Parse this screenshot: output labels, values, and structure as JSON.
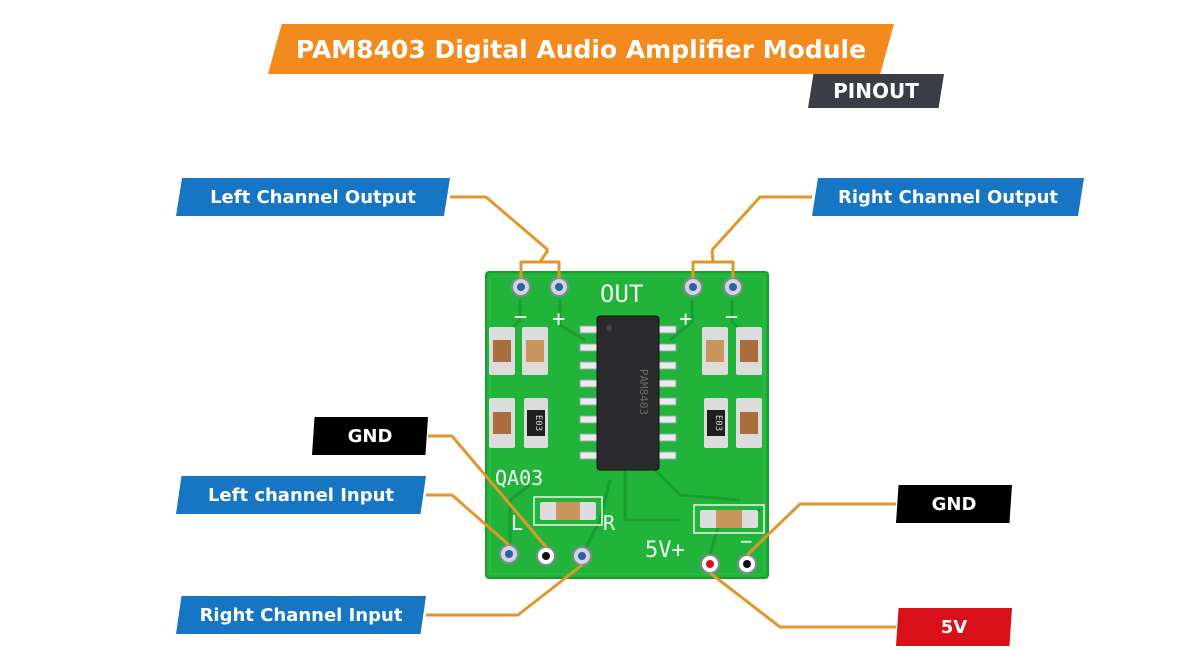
{
  "title": "PAM8403 Digital Audio Amplifier Module",
  "subtitle": "PINOUT",
  "labels": {
    "left_channel_output": "Left Channel Output",
    "right_channel_output": "Right Channel Output",
    "gnd_left": "GND",
    "left_channel_input": "Left channel Input",
    "right_channel_input": "Right Channel Input",
    "gnd_right": "GND",
    "five_volt": "5V"
  },
  "board_silkscreen": {
    "out": "OUT",
    "model_code": "QA03",
    "l": "L",
    "r": "R",
    "power": "5V+",
    "plus": "+",
    "minus": "−",
    "chip_marking_1": "PAM8403",
    "resistor_code": "E03"
  },
  "colors": {
    "title_orange": "#f28a1e",
    "label_blue": "#1676c4",
    "label_black": "#000000",
    "label_red": "#d8101a",
    "pcb_green": "#22b33a",
    "leader_orange": "#e2962e"
  }
}
